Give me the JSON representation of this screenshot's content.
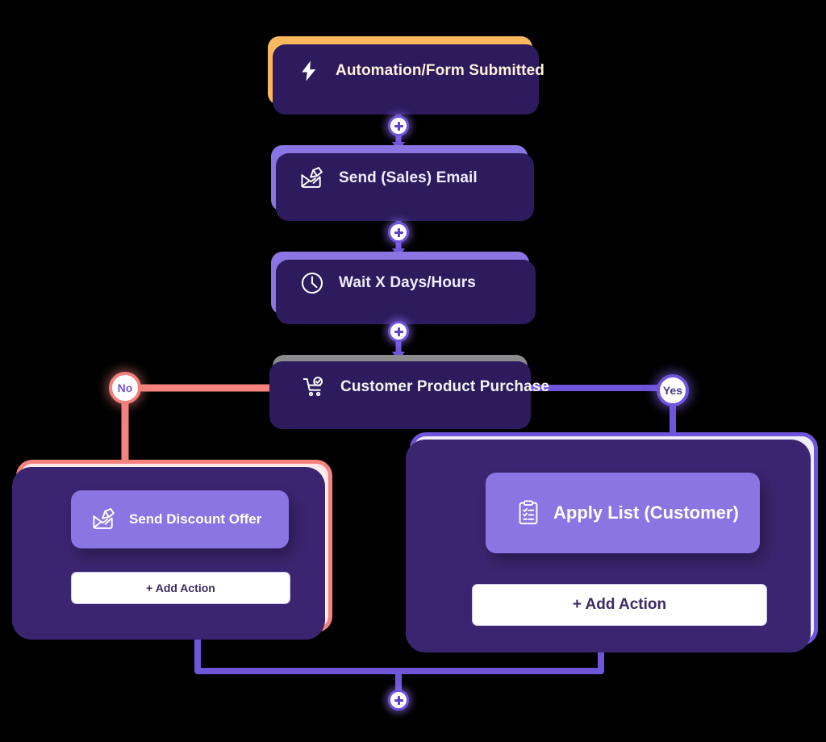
{
  "meta": {
    "title": "Marketing Automation Workflow Builder",
    "background_color": "#000000"
  },
  "colors": {
    "trigger": "#F9B85D",
    "action": "#8A75E2",
    "condition": "#8C8C8E",
    "connector_purple": "#6F55DA",
    "connector_red": "#F5827F",
    "card_shadow": "#3B2570",
    "node_shadow": "#2D1B5E",
    "yes_card_bg": "#EFECFC",
    "no_card_bg": "#FFFFFF"
  },
  "flow": {
    "nodes": [
      {
        "id": "trigger",
        "label": "Automation/Form Submitted",
        "icon": "lightning-bolt-icon",
        "type": "trigger"
      },
      {
        "id": "send-sales-email",
        "label": "Send (Sales) Email",
        "icon": "envelope-pencil-icon",
        "type": "action"
      },
      {
        "id": "wait",
        "label": "Wait X Days/Hours",
        "icon": "clock-icon",
        "type": "action"
      },
      {
        "id": "customer-product-purchase",
        "label": "Customer Product Purchase",
        "icon": "shopping-cart-icon",
        "type": "condition"
      }
    ],
    "branch_labels": {
      "no": "No",
      "yes": "Yes"
    },
    "branches": [
      {
        "id": "no-branch",
        "label": "No",
        "accent": "#F5827F",
        "action": {
          "label": "Send Discount Offer",
          "icon": "envelope-pencil-icon"
        },
        "add_action_label": "+ Add Action"
      },
      {
        "id": "yes-branch",
        "label": "Yes",
        "accent": "#6F55DA",
        "action": {
          "label": "Apply List (Customer)",
          "icon": "clipboard-checklist-icon"
        },
        "add_action_label": "+ Add Action"
      }
    ],
    "add_step_buttons": [
      {
        "id": "add-after-trigger",
        "icon": "plus-icon"
      },
      {
        "id": "add-after-email",
        "icon": "plus-icon"
      },
      {
        "id": "add-after-wait",
        "icon": "plus-icon"
      },
      {
        "id": "add-after-merge",
        "icon": "plus-icon"
      }
    ]
  }
}
